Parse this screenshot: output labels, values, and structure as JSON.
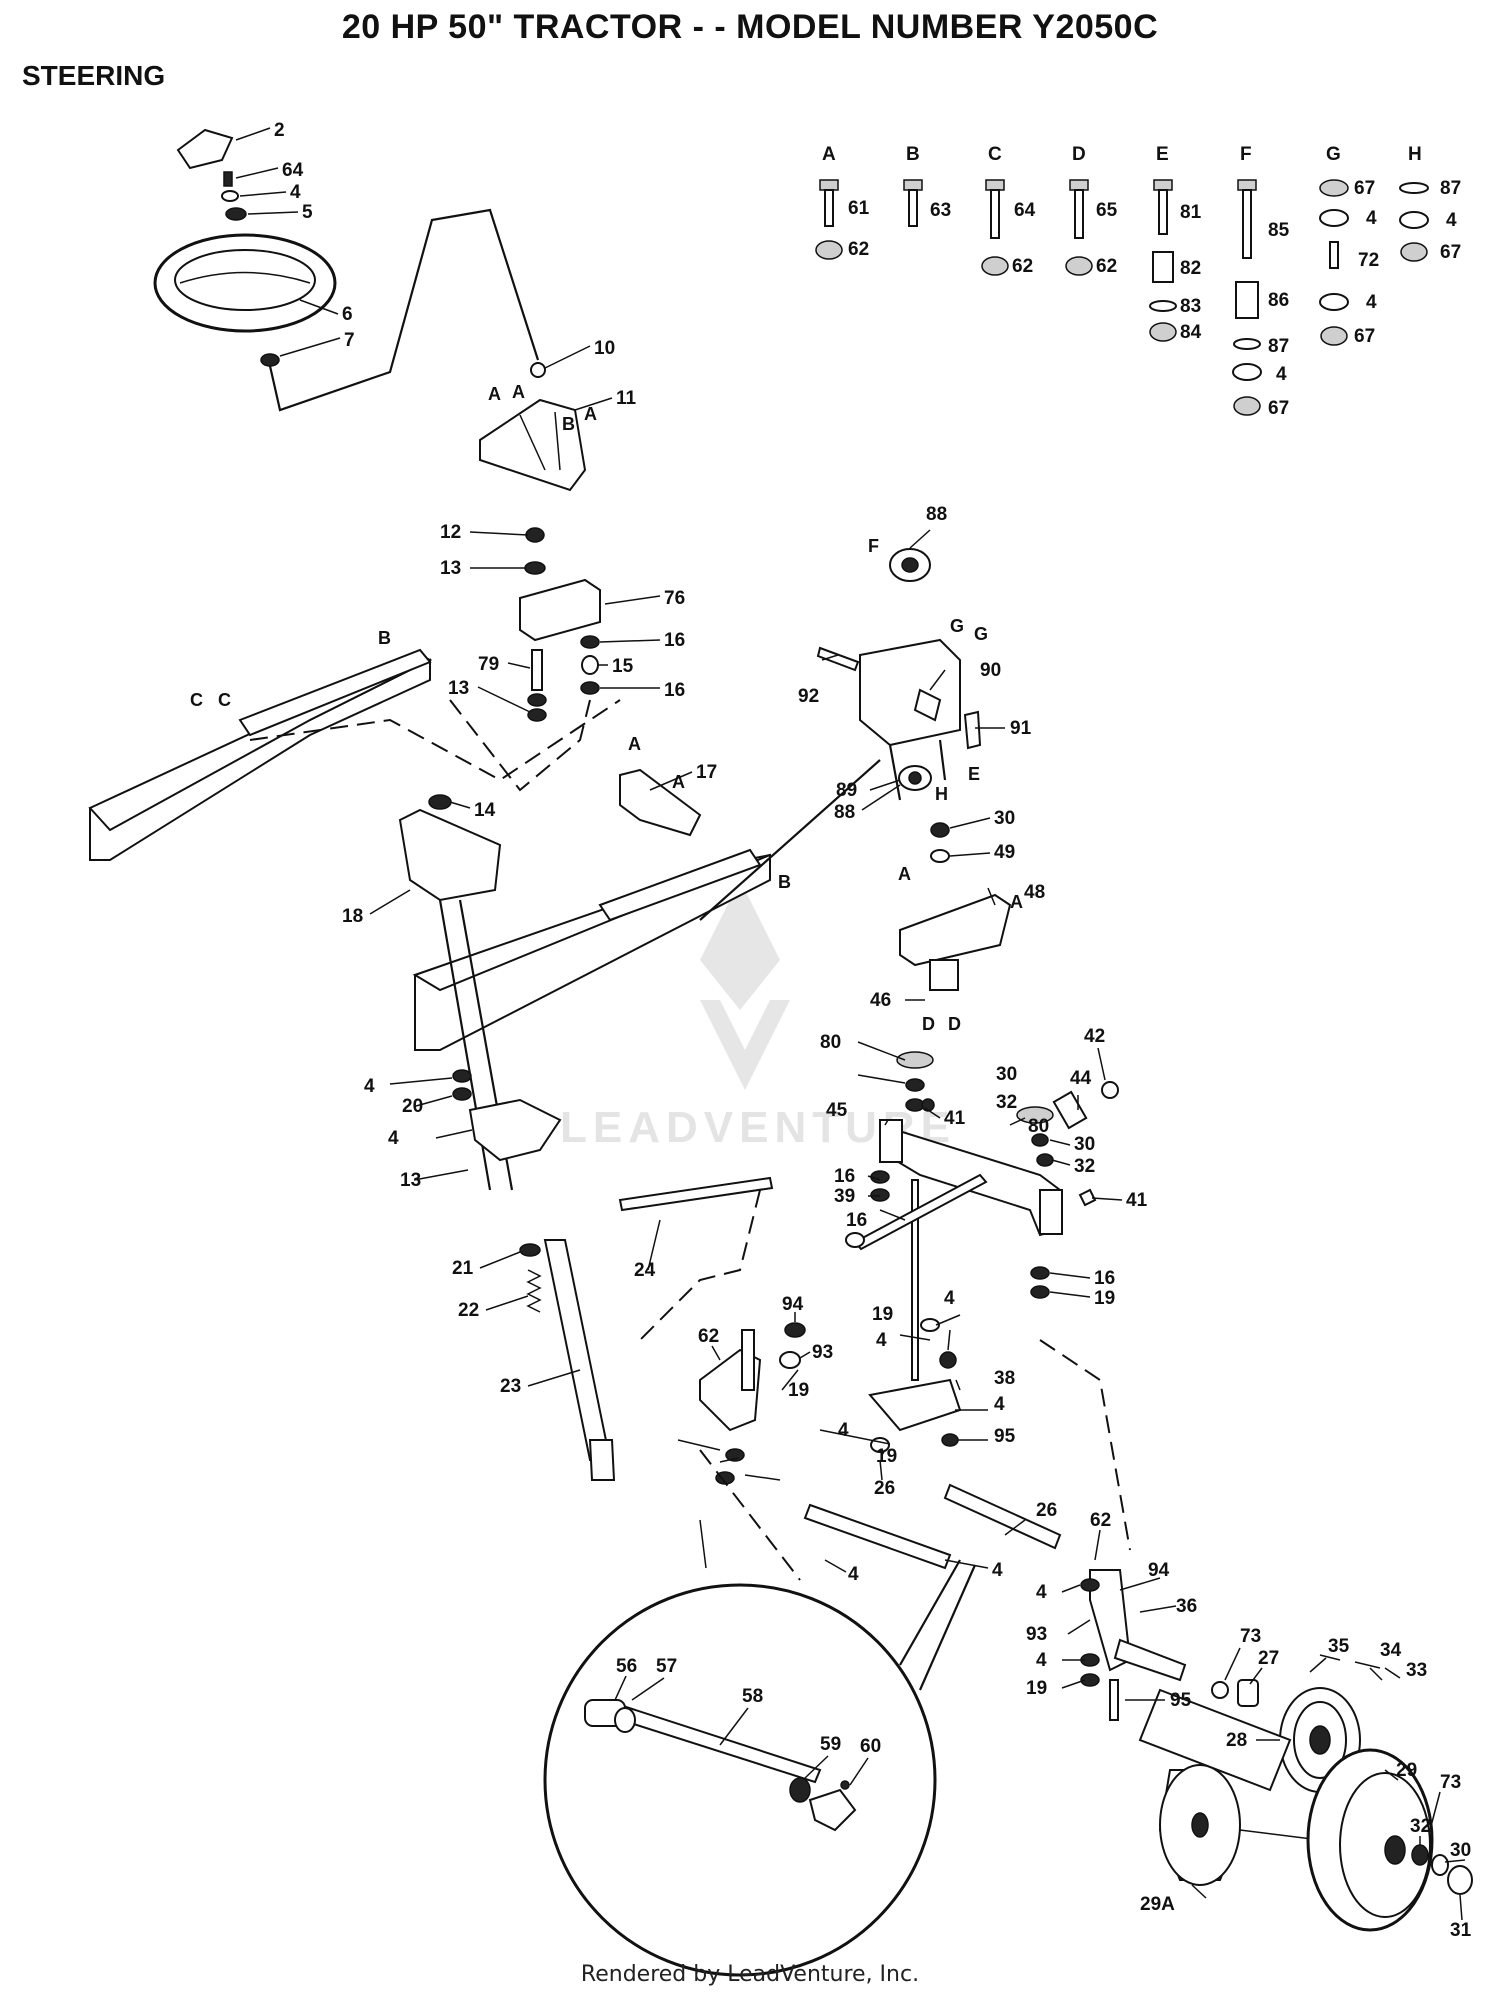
{
  "title": "20 HP 50\" TRACTOR - - MODEL NUMBER Y2050C",
  "section": "STEERING",
  "footer": "Rendered by LeadVenture, Inc.",
  "watermark": "LEADVENTURE",
  "hardware_groups": [
    {
      "letter": "A",
      "parts": [
        "61",
        "62"
      ]
    },
    {
      "letter": "B",
      "parts": [
        "63"
      ]
    },
    {
      "letter": "C",
      "parts": [
        "64",
        "62"
      ]
    },
    {
      "letter": "D",
      "parts": [
        "65",
        "62"
      ]
    },
    {
      "letter": "E",
      "parts": [
        "81",
        "82",
        "83",
        "84"
      ]
    },
    {
      "letter": "F",
      "parts": [
        "85",
        "86",
        "87",
        "4",
        "67"
      ]
    },
    {
      "letter": "G",
      "parts": [
        "67",
        "4",
        "72",
        "4",
        "67"
      ]
    },
    {
      "letter": "H",
      "parts": [
        "87",
        "4",
        "67"
      ]
    }
  ],
  "callouts": [
    "2",
    "64",
    "4",
    "5",
    "6",
    "7",
    "10",
    "11",
    "12",
    "13",
    "76",
    "16",
    "15",
    "16",
    "79",
    "13",
    "14",
    "17",
    "18",
    "88",
    "92",
    "90",
    "91",
    "89",
    "88",
    "30",
    "49",
    "48",
    "46",
    "80",
    "30",
    "32",
    "42",
    "44",
    "41",
    "45",
    "80",
    "30",
    "32",
    "41",
    "16",
    "39",
    "16",
    "16",
    "19",
    "4",
    "20",
    "4",
    "13",
    "21",
    "22",
    "23",
    "24",
    "62",
    "94",
    "93",
    "19",
    "19",
    "4",
    "4",
    "38",
    "4",
    "95",
    "4",
    "19",
    "26",
    "26",
    "4",
    "4",
    "62",
    "94",
    "4",
    "36",
    "93",
    "4",
    "19",
    "95",
    "73",
    "27",
    "35",
    "34",
    "33",
    "28",
    "29",
    "73",
    "32",
    "30",
    "29A",
    "31",
    "56",
    "57",
    "58",
    "59",
    "60"
  ],
  "reference_letters": [
    "A",
    "A",
    "B",
    "A",
    "B",
    "C",
    "C",
    "F",
    "G",
    "G",
    "E",
    "H",
    "A",
    "A",
    "B",
    "A",
    "A",
    "D",
    "D"
  ]
}
